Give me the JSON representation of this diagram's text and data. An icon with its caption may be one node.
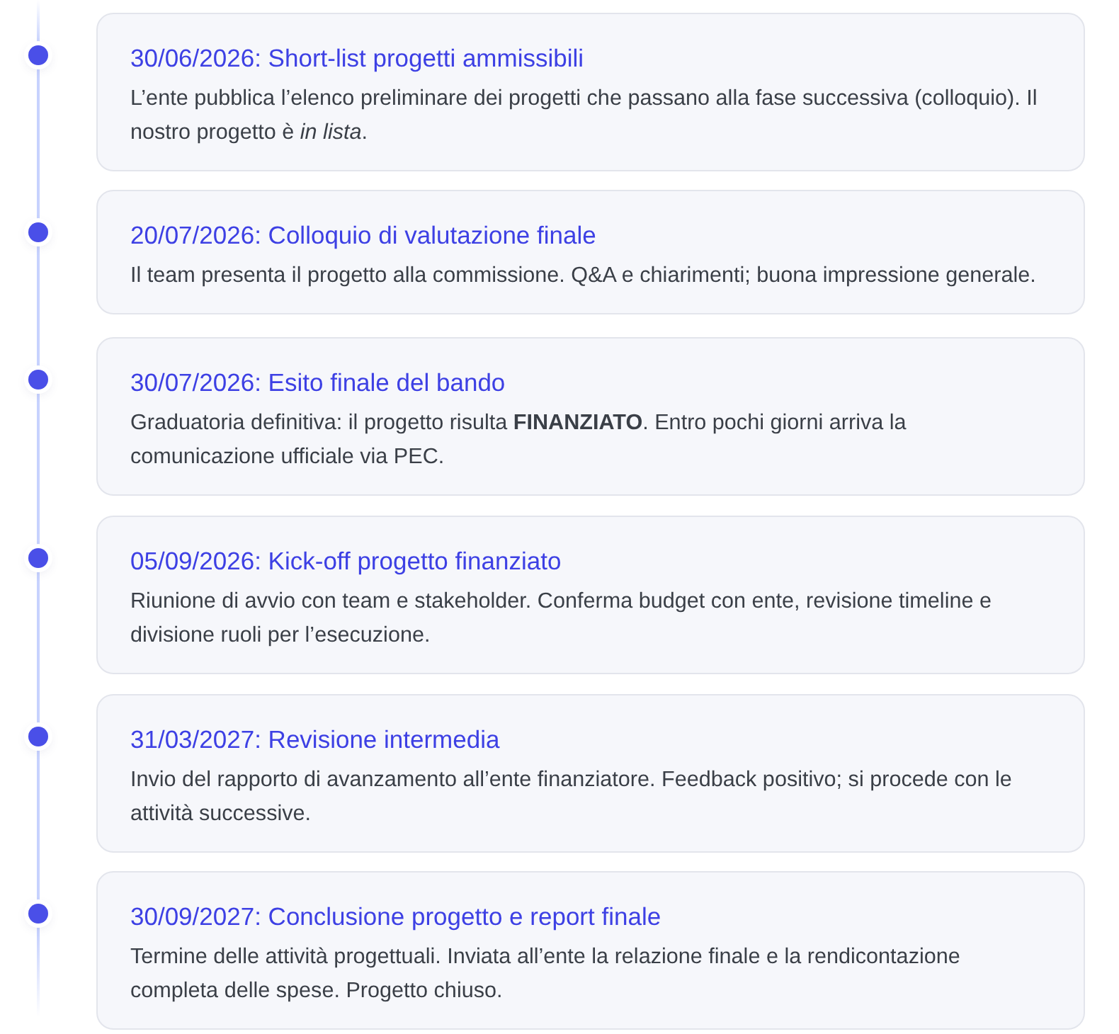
{
  "diagram": {
    "nodes": [
      {
        "text": [
          "30/06/2026: Short-list progetti ammissibili",
          "L’ente pubblica l’elenco preliminare dei progetti che passano alla fase successiva (colloquio). Il nostro progetto è *in lista*."
        ]
      },
      {
        "text": [
          "20/07/2026: Colloquio di valutazione finale",
          "Il team presenta il progetto alla commissione. Q&A e chiarimenti; buona impressione generale."
        ]
      },
      {
        "text": [
          "30/07/2026: Esito finale del bando",
          "Graduatoria definitiva: il progetto risulta **FINANZIATO**. Entro pochi giorni arriva la comunicazione ufficiale via PEC."
        ]
      },
      {
        "text": [
          "05/09/2026: Kick-off progetto finanziato",
          "Riunione di avvio con team e stakeholder. Conferma budget con ente, revisione timeline e divisione ruoli per l’esecuzione."
        ]
      },
      {
        "text": [
          "31/03/2027: Revisione intermedia",
          "Invio del rapporto di avanzamento all’ente finanziatore. Feedback positivo; si procede con le attività successive."
        ]
      },
      {
        "text": [
          "30/09/2027: Conclusione progetto e report finale",
          "Termine delle attività progettuali. Inviata all’ente la relazione finale e la rendicontazione completa delle spese. Progetto chiuso."
        ]
      }
    ]
  }
}
